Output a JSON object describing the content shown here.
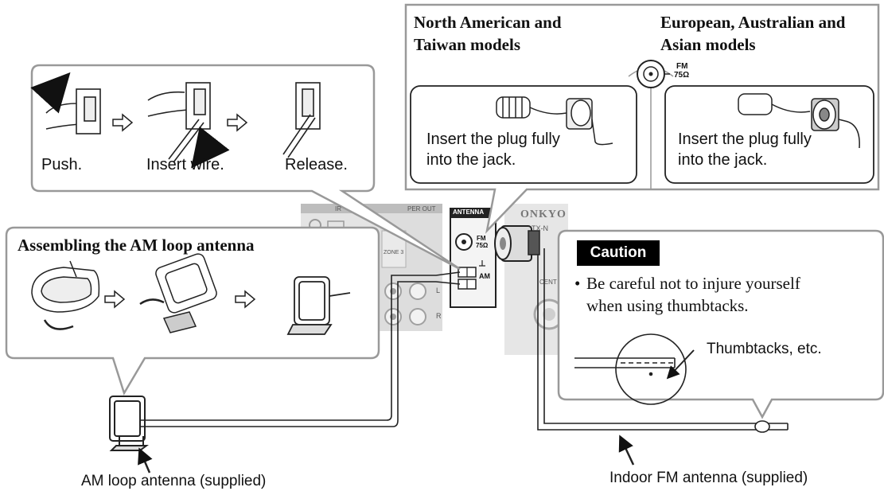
{
  "steps": {
    "push": "Push.",
    "insert_wire": "Insert wire.",
    "release": "Release."
  },
  "fm_jack": {
    "north_american_title_line1": "North American and",
    "north_american_title_line2": "Taiwan models",
    "european_title_line1": "European, Australian and",
    "european_title_line2": "Asian models",
    "fm_label": "FM",
    "ohms_label": "75Ω",
    "instruction_left_line1": "Insert the plug fully",
    "instruction_left_line2": "into the jack.",
    "instruction_right_line1": "Insert the plug fully",
    "instruction_right_line2": "into the jack."
  },
  "am_assembly": {
    "title": "Assembling the AM loop antenna"
  },
  "receiver_panel": {
    "antenna_label": "ANTENNA",
    "fm_label": "FM",
    "ohms_label": "75Ω",
    "am_label": "AM",
    "brand": "ONKYO",
    "ir_label": "IR",
    "zone_label": "ZONE 3",
    "preout_label": "PER OUT",
    "model_label": "TX-N",
    "center_label": "CENT",
    "channel_l": "L",
    "channel_r": "R"
  },
  "caution": {
    "badge": "Caution",
    "bullet": "•",
    "text_line1": "Be careful not to injure yourself",
    "text_line2": "when using thumbtacks.",
    "thumbtacks_label": "Thumbtacks, etc."
  },
  "labels": {
    "am_loop": "AM loop antenna (supplied)",
    "indoor_fm": "Indoor FM antenna (supplied)"
  }
}
